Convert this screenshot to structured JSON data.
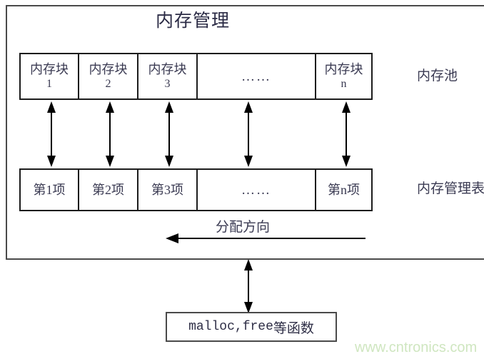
{
  "title": "内存管理",
  "colors": {
    "frame": "#4a4a4a",
    "table_border": "#1c1c1c",
    "text": "#3a3a52",
    "watermark": "#cfe6c0",
    "arrow": "#000000"
  },
  "memory_pool": {
    "label": "内存池",
    "cells": [
      {
        "name": "内存块",
        "index": "1"
      },
      {
        "name": "内存块",
        "index": "2"
      },
      {
        "name": "内存块",
        "index": "3"
      },
      {
        "name": "……",
        "index": ""
      },
      {
        "name": "内存块",
        "index": "n"
      }
    ]
  },
  "memory_table": {
    "label": "内存管理表",
    "cells": [
      {
        "name": "第1项"
      },
      {
        "name": "第2项"
      },
      {
        "name": "第3项"
      },
      {
        "name": "……"
      },
      {
        "name": "第n项"
      }
    ]
  },
  "allocation": {
    "label": "分配方向",
    "direction": "left"
  },
  "functions_box": {
    "code": "malloc,free",
    "suffix": "等函数"
  },
  "watermark": "www.cntronics.com"
}
